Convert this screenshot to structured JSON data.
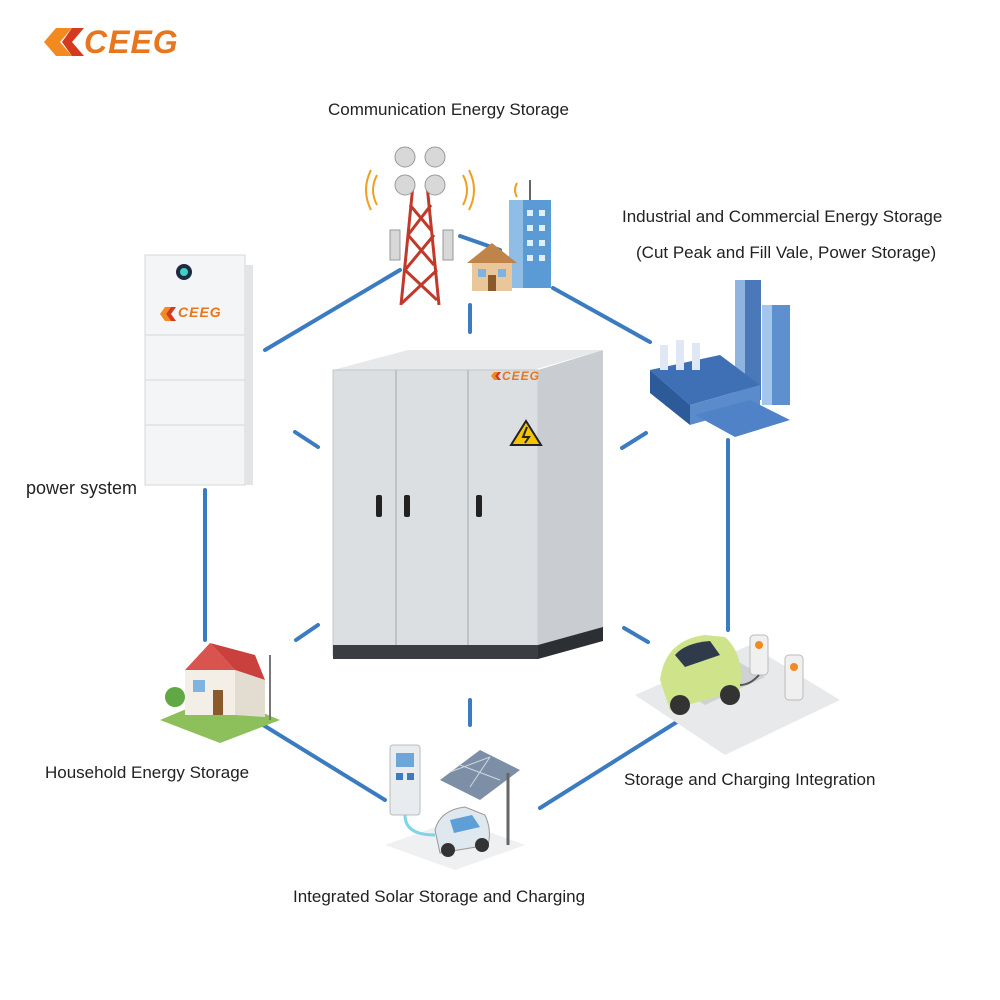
{
  "brand": {
    "name": "CEEG",
    "colors": {
      "orange": "#f28a1f",
      "red": "#d63a1e",
      "line": "#3b7bbf"
    }
  },
  "labels": {
    "communication": "Communication Energy Storage",
    "industrial_line1": "Industrial and Commercial Energy Storage",
    "industrial_line2": "(Cut Peak and Fill Vale, Power Storage)",
    "power_system": "power system",
    "household": "Household Energy Storage",
    "storage_charging": "Storage and Charging Integration",
    "solar": "Integrated Solar Storage and Charging"
  },
  "icons": [
    "communication-tower-icon",
    "office-building-icon",
    "house-icon",
    "industrial-park-icon",
    "home-battery-icon",
    "energy-storage-cabinet-icon",
    "electric-car-charging-icon",
    "solar-carport-icon",
    "warning-high-voltage-icon"
  ]
}
